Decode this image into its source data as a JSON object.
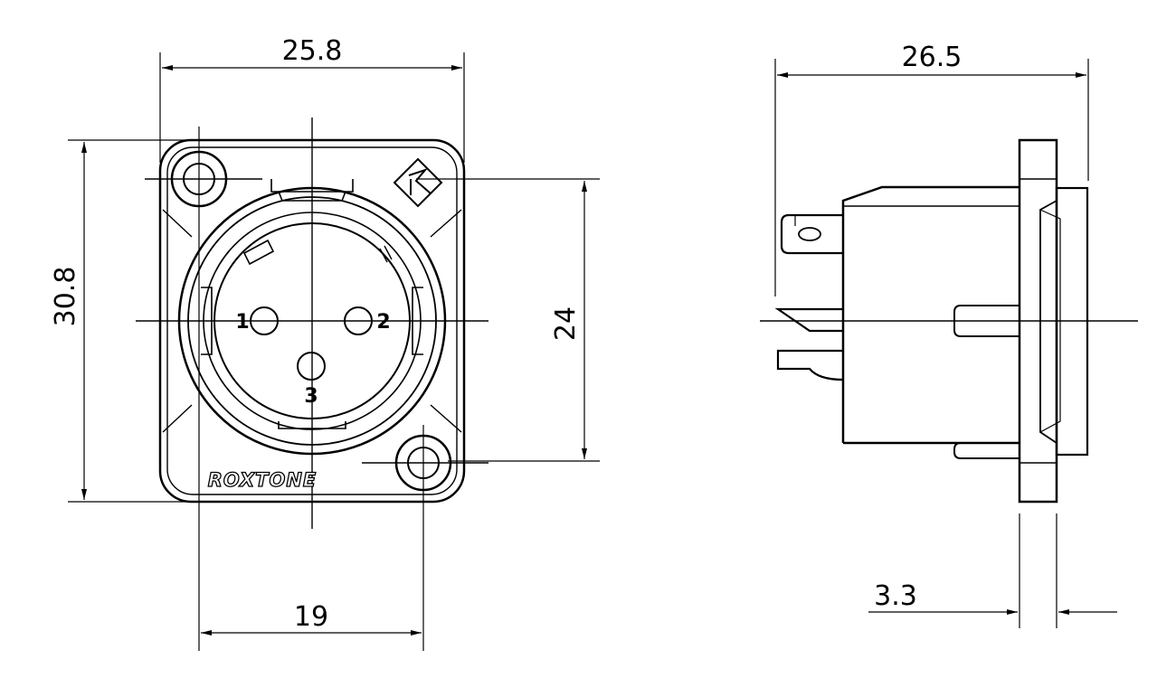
{
  "dimensions": {
    "front_width": "25.8",
    "front_height": "30.8",
    "insert_height": "24",
    "hole_spacing": "19",
    "side_depth": "26.5",
    "flange_thickness": "3.3"
  },
  "pins": {
    "pin1": "1",
    "pin2": "2",
    "pin3": "3"
  },
  "brand": "ROXTONE"
}
